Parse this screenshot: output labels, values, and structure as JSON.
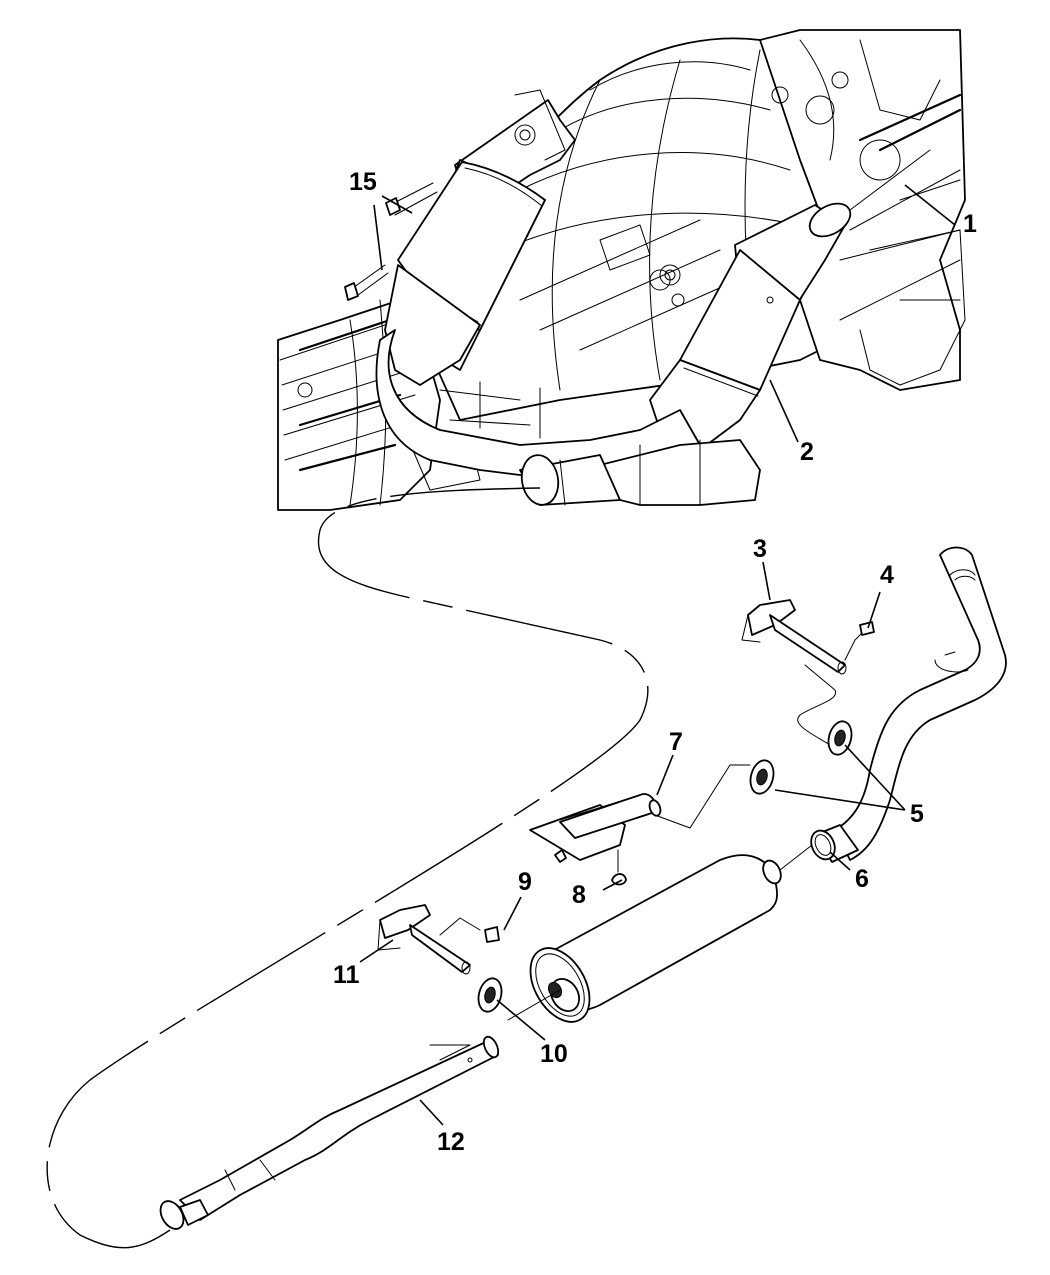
{
  "diagram": {
    "subject": "Exhaust system exploded parts diagram",
    "background_color": "#ffffff",
    "line_color": "#000000",
    "callouts": [
      {
        "id": "1",
        "label": "1",
        "part": "exhaust-manifold-flange"
      },
      {
        "id": "2",
        "label": "2",
        "part": "catalytic-converter-y-pipe"
      },
      {
        "id": "3",
        "label": "3",
        "part": "rear-hanger-bracket"
      },
      {
        "id": "4",
        "label": "4",
        "part": "hanger-bolt"
      },
      {
        "id": "5",
        "label": "5",
        "part": "rubber-isolators"
      },
      {
        "id": "6",
        "label": "6",
        "part": "tailpipe-clamp"
      },
      {
        "id": "7",
        "label": "7",
        "part": "muffler-hanger-bracket"
      },
      {
        "id": "8",
        "label": "8",
        "part": "bracket-fasteners"
      },
      {
        "id": "9",
        "label": "9",
        "part": "hanger-bolt-front"
      },
      {
        "id": "10",
        "label": "10",
        "part": "rubber-isolator-front"
      },
      {
        "id": "11",
        "label": "11",
        "part": "front-hanger-bracket"
      },
      {
        "id": "12",
        "label": "12",
        "part": "intermediate-pipe"
      },
      {
        "id": "15",
        "label": "15",
        "part": "converter-studs"
      }
    ]
  }
}
